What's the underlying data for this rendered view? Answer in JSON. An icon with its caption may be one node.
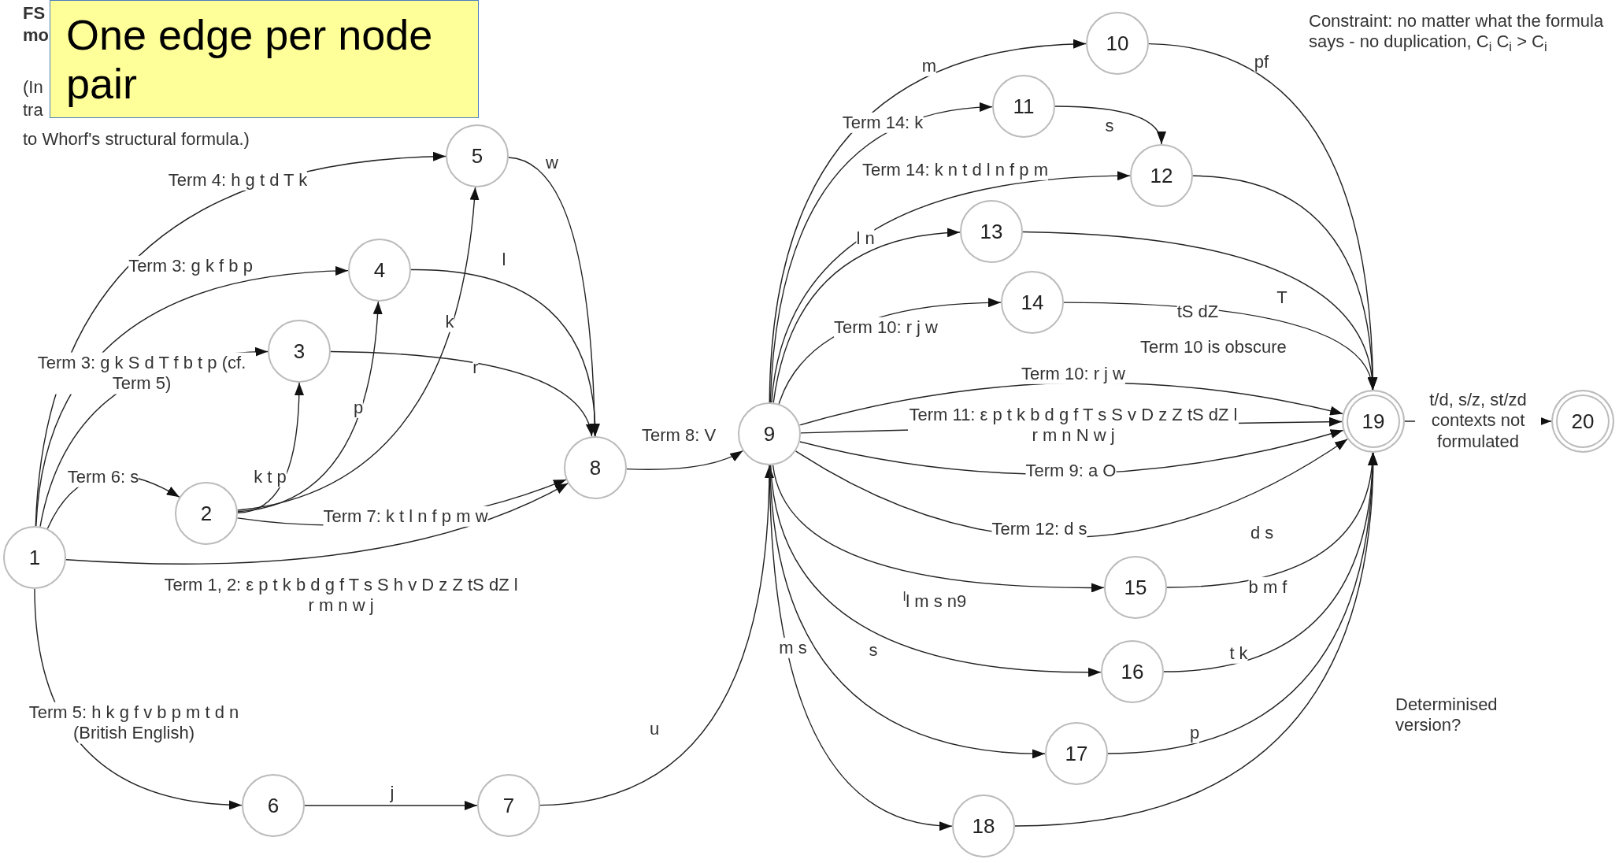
{
  "diagram": {
    "nodes": [
      {
        "text": [
          "1"
        ]
      },
      {
        "text": [
          "2"
        ]
      },
      {
        "text": [
          "3"
        ]
      },
      {
        "text": [
          "4"
        ]
      },
      {
        "text": [
          "5"
        ]
      },
      {
        "text": [
          "6"
        ]
      },
      {
        "text": [
          "7"
        ]
      },
      {
        "text": [
          "8"
        ]
      },
      {
        "text": [
          "9"
        ]
      },
      {
        "text": [
          "10"
        ]
      },
      {
        "text": [
          "11"
        ]
      },
      {
        "text": [
          "12"
        ]
      },
      {
        "text": [
          "13"
        ]
      },
      {
        "text": [
          "14"
        ]
      },
      {
        "text": [
          "15"
        ]
      },
      {
        "text": [
          "16"
        ]
      },
      {
        "text": [
          "17"
        ]
      },
      {
        "text": [
          "18"
        ]
      },
      {
        "text": [
          "19"
        ]
      },
      {
        "text": [
          "20"
        ]
      }
    ],
    "edges": [
      {
        "from": 0,
        "to": 4,
        "arrow": "to",
        "label": "Term 4: h g t d T k"
      },
      {
        "from": 0,
        "to": 3,
        "arrow": "to",
        "label": "Term 3: g k f b p"
      },
      {
        "from": 0,
        "to": 2,
        "arrow": "to",
        "label": "Term 3: g k S d T f b t p (cf. Term 5)"
      },
      {
        "from": 0,
        "to": 1,
        "arrow": "to",
        "label": "Term 6: s"
      },
      {
        "from": 0,
        "to": 7,
        "arrow": "to",
        "label": "Term 1, 2: ε p t k b d g f T s S h v D z Z tS dZ l r m n w j"
      },
      {
        "from": 0,
        "to": 5,
        "arrow": "to",
        "label": "Term 5: h k g f v b p m t d n (British English)"
      },
      {
        "from": 1,
        "to": 2,
        "arrow": "to",
        "label": "k t p"
      },
      {
        "from": 1,
        "to": 3,
        "arrow": "to",
        "label": "p"
      },
      {
        "from": 1,
        "to": 4,
        "arrow": "to",
        "label": "k"
      },
      {
        "from": 1,
        "to": 7,
        "arrow": "to",
        "label": "Term 7: k t l n f p m w"
      },
      {
        "from": 2,
        "to": 7,
        "arrow": "to",
        "label": "r"
      },
      {
        "from": 3,
        "to": 7,
        "arrow": "to",
        "label": "l"
      },
      {
        "from": 4,
        "to": 7,
        "arrow": "to",
        "label": "w"
      },
      {
        "from": 7,
        "to": 8,
        "arrow": "to",
        "label": "Term 8: V"
      },
      {
        "from": 5,
        "to": 6,
        "arrow": "to",
        "label": "j"
      },
      {
        "from": 6,
        "to": 8,
        "arrow": "to",
        "label": "u"
      },
      {
        "from": 8,
        "to": 9,
        "arrow": "to",
        "label": "m"
      },
      {
        "from": 8,
        "to": 10,
        "arrow": "to",
        "label": "Term 14: k"
      },
      {
        "from": 8,
        "to": 11,
        "arrow": "to",
        "label": "Term 14: k n t d l n f p m"
      },
      {
        "from": 8,
        "to": 12,
        "arrow": "to",
        "label": "l n"
      },
      {
        "from": 8,
        "to": 13,
        "arrow": "to",
        "label": "Term 10: r j w"
      },
      {
        "from": 8,
        "to": 18,
        "arrow": "to",
        "label": "Term 10: r j w"
      },
      {
        "from": 8,
        "to": 18,
        "arrow": "to",
        "label": "Term 11: ε p t k b d g f T s S v D z Z tS dZ l r m n N w j"
      },
      {
        "from": 8,
        "to": 18,
        "arrow": "to",
        "label": "Term 9: a O"
      },
      {
        "from": 8,
        "to": 18,
        "arrow": "to",
        "label": "Term 12: d s"
      },
      {
        "from": 8,
        "to": 14,
        "arrow": "to",
        "label": "$^{l}$l m s n9"
      },
      {
        "from": 8,
        "to": 15,
        "arrow": "to",
        "label": "s"
      },
      {
        "from": 8,
        "to": 16,
        "arrow": "to",
        "label": "m s"
      },
      {
        "from": 8,
        "to": 17,
        "arrow": "to"
      },
      {
        "from": 9,
        "to": 18,
        "arrow": "to",
        "label": "pf"
      },
      {
        "from": 10,
        "to": 11,
        "arrow": "to",
        "label": "s"
      },
      {
        "from": 11,
        "to": 18,
        "arrow": "to"
      },
      {
        "from": 12,
        "to": 18,
        "arrow": "to",
        "label": "T"
      },
      {
        "from": 13,
        "to": 18,
        "arrow": "to",
        "label": "tS dZ"
      },
      {
        "from": 14,
        "to": 18,
        "arrow": "to",
        "label": "b m f"
      },
      {
        "from": 15,
        "to": 18,
        "arrow": "to",
        "label": "t k"
      },
      {
        "from": 16,
        "to": 18,
        "arrow": "to",
        "label": "p"
      },
      {
        "from": 17,
        "to": 18,
        "arrow": "to"
      },
      {
        "from": 18,
        "to": 19,
        "arrow": "to",
        "label": "t/d, s/z, st/zd contexts not formulated"
      }
    ],
    "labels": [
      "FS",
      "mo",
      "(In",
      "tra",
      "to Whorf's structural formula.)",
      "One edge per node pair",
      "Constraint: no matter what the formula says - no duplication, C$_{i}$ C$_{i}$ > C$_{i}$",
      "Term 10 is obscure",
      "d s",
      "Determinised version?"
    ]
  }
}
